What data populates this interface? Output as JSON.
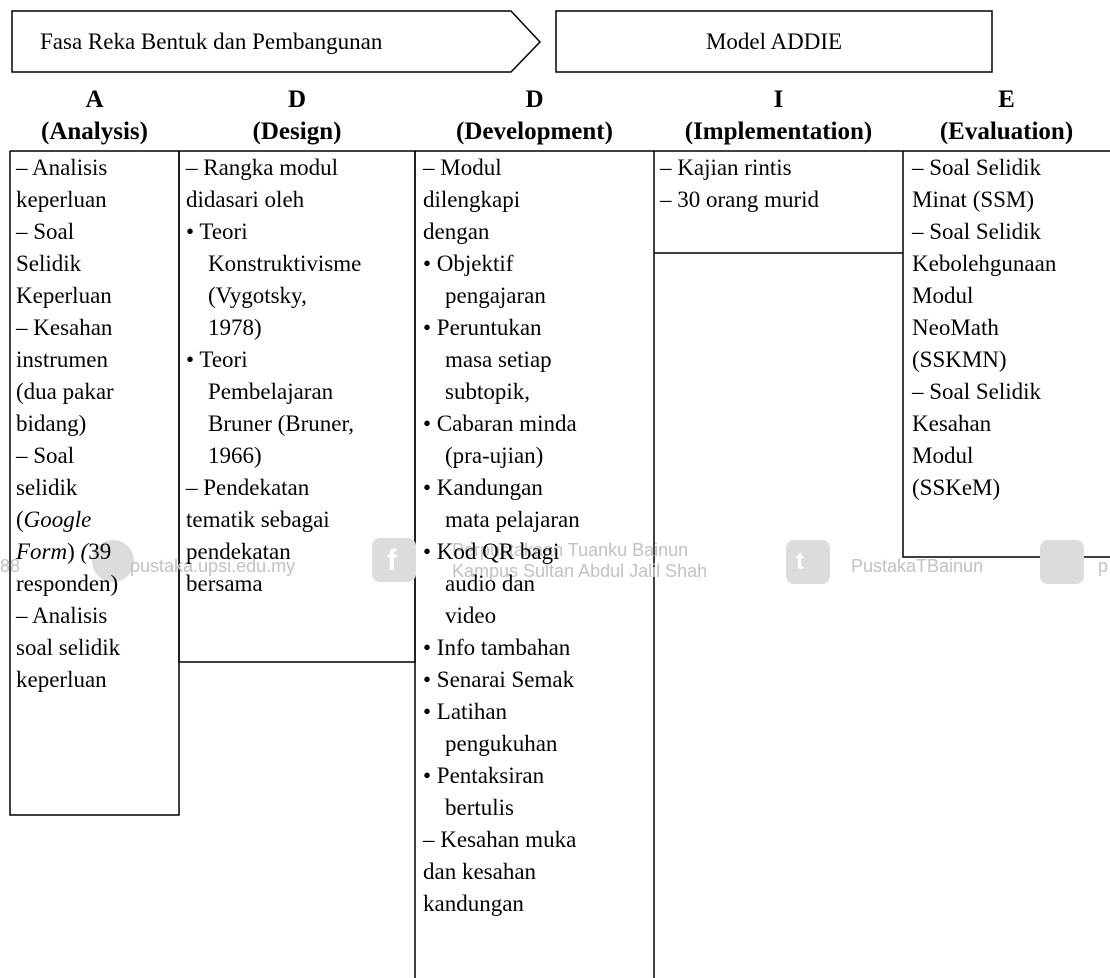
{
  "header": {
    "left_label": "Fasa Reka Bentuk dan Pembangunan",
    "right_label": "Model ADDIE"
  },
  "phases": [
    {
      "letter": "A",
      "name": "(Analysis)"
    },
    {
      "letter": "D",
      "name": "(Design)"
    },
    {
      "letter": "D",
      "name": "(Development)"
    },
    {
      "letter": "I",
      "name": "(Implementation)"
    },
    {
      "letter": "E",
      "name": "(Evaluation)"
    }
  ],
  "analysis_lines": [
    "– Analisis",
    "keperluan",
    "– Soal",
    "Selidik",
    "Keperluan",
    "– Kesahan",
    "instrumen",
    "(dua pakar",
    "bidang)",
    "– Soal",
    "selidik",
    "(Google",
    "Form) (39",
    "responden)",
    "– Analisis",
    "soal selidik",
    "keperluan"
  ],
  "design_lines": [
    "– Rangka modul",
    "didasari oleh",
    "• Teori",
    "Konstruktivisme",
    "(Vygotsky,",
    "1978)",
    "• Teori",
    "Pembelajaran",
    "Bruner (Bruner,",
    "1966)",
    "– Pendekatan",
    "tematik sebagai",
    "pendekatan",
    "bersama"
  ],
  "development_lines": [
    "–  Modul",
    "dilengkapi",
    "dengan",
    "• Objektif",
    "pengajaran",
    "• Peruntukan",
    "masa setiap",
    "subtopik,",
    "• Cabaran minda",
    "(pra-ujian)",
    "• Kandungan",
    "mata pelajaran",
    "• Kod QR bagi",
    "audio dan",
    "video",
    "• Info tambahan",
    "• Senarai Semak",
    "• Latihan",
    "pengukuhan",
    "• Pentaksiran",
    "bertulis",
    "– Kesahan muka",
    "dan kesahan",
    "kandungan"
  ],
  "implementation_lines": [
    "– Kajian rintis",
    "– 30 orang murid"
  ],
  "evaluation_lines": [
    "– Soal Selidik",
    "Minat (SSM)",
    "– Soal Selidik",
    "Kebolehgunaan",
    "Modul",
    "NeoMath",
    "(SSKMN)",
    "– Soal Selidik",
    "Kesahan",
    "Modul",
    "(SSKeM)"
  ],
  "watermark": {
    "text_a": "Perpustakaan Tuanku Bainun",
    "text_b": "Kampus Sultan Abdul Jalil Shah",
    "text_c": "PustakaTBainun",
    "text_d": "pustaka.upsi.edu.my",
    "prefix": "88",
    "suffix": "p"
  }
}
